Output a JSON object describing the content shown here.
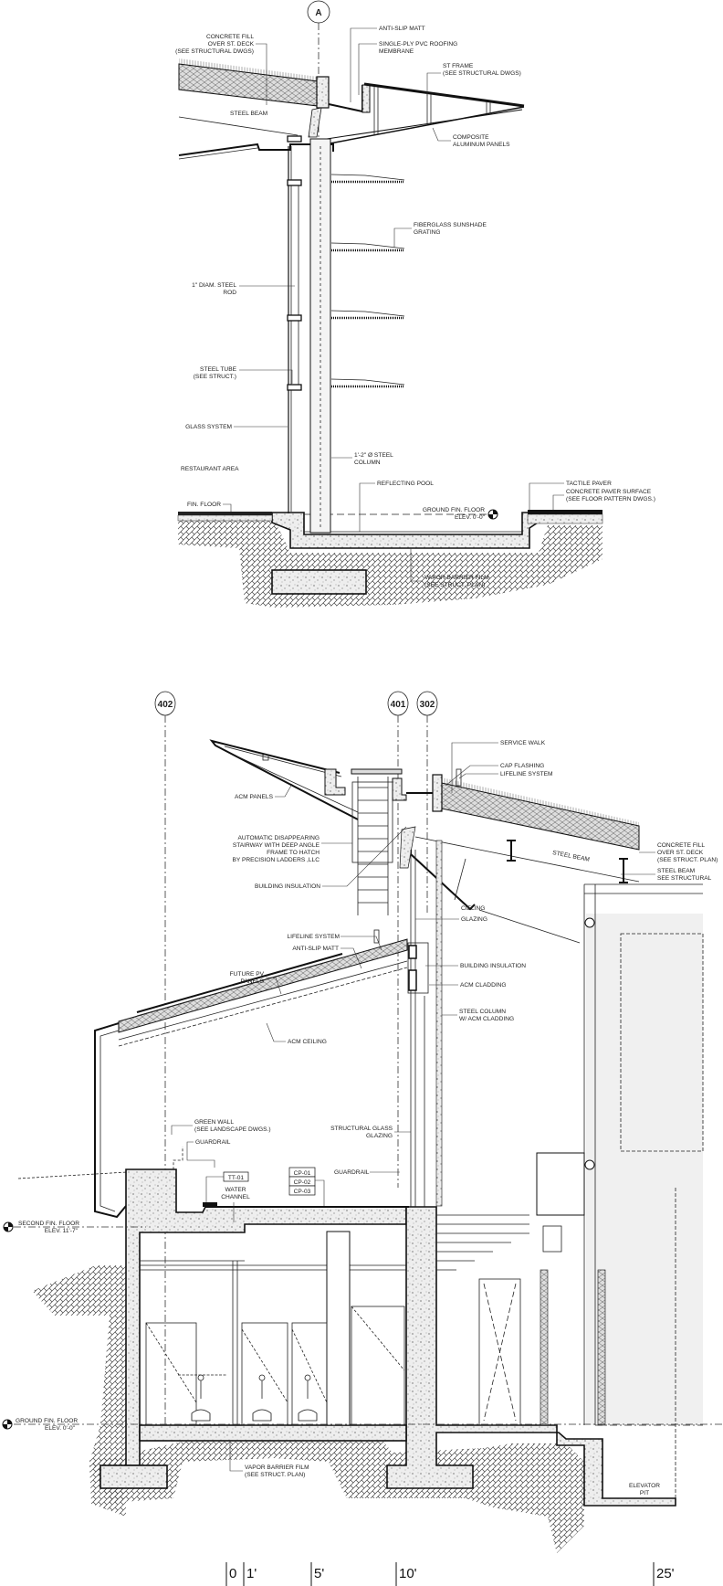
{
  "top_detail": {
    "grid_bubble": "A",
    "labels": {
      "concrete_fill": [
        "CONCRETE FILL",
        "OVER ST. DECK",
        "(SEE STRUCTURAL DWGS)"
      ],
      "anti_slip": [
        "ANTI-SLIP MATT"
      ],
      "pvc_membrane": [
        "SINGLE-PLY PVC ROOFING",
        "MEMBRANE"
      ],
      "st_frame": [
        "ST FRAME",
        "(SEE STRUCTURAL DWGS)"
      ],
      "steel_beam": [
        "STEEL BEAM"
      ],
      "composite_panels": [
        "COMPOSITE",
        "ALUMINUM PANELS"
      ],
      "sunshade": [
        "FIBERGLASS SUNSHADE",
        "GRATING"
      ],
      "steel_rod": [
        "1\" DIAM. STEEL",
        "ROD"
      ],
      "steel_tube": [
        "STEEL TUBE",
        "(SEE STRUCT.)"
      ],
      "glass_system": [
        "GLASS SYSTEM"
      ],
      "steel_column": [
        "1'-2\" Ø STEEL",
        "COLUMN"
      ],
      "restaurant": [
        "RESTAURANT AREA"
      ],
      "reflecting_pool": [
        "REFLECTING POOL"
      ],
      "tactile_paver": [
        "TACTILE PAVER"
      ],
      "paver_surface": [
        "CONCRETE PAVER SURFACE",
        "(SEE FLOOR PATTERN DWGS.)"
      ],
      "fin_floor": [
        "FIN. FLOOR"
      ],
      "ground_floor": [
        "GROUND FIN. FLOOR",
        "ELEV. 0'-0\""
      ],
      "vapor_barrier": [
        "VAPOR BARRIER FILM",
        "(SEE STRUCT. PLAN)"
      ]
    }
  },
  "bottom_detail": {
    "grid_bubbles": [
      "402",
      "401",
      "302"
    ],
    "labels": {
      "service_walk": [
        "SERVICE WALK"
      ],
      "cap_flashing": [
        "CAP FLASHING"
      ],
      "lifeline_top": [
        "LIFELINE SYSTEM"
      ],
      "acm_panels": [
        "ACM PANELS"
      ],
      "stairway": [
        "AUTOMATIC DISAPPEARING",
        "STAIRWAY WITH DEEP ANGLE",
        "FRAME TO HATCH",
        "BY PRECISION LADDERS ,LLC"
      ],
      "steel_beam_inline": [
        "STEEL BEAM"
      ],
      "concrete_fill": [
        "CONCRETE FILL",
        "OVER ST. DECK",
        "(SEE STRUCT. PLAN)"
      ],
      "steel_beam": [
        "STEEL BEAM",
        "SEE STRUCTURAL"
      ],
      "building_insulation_top": [
        "BUILDING INSULATION"
      ],
      "cieling": [
        "CIELING"
      ],
      "glazing": [
        "GLAZING"
      ],
      "lifeline": [
        "LIFELINE SYSTEM"
      ],
      "anti_slip": [
        "ANTI-SLIP MATT"
      ],
      "building_insulation": [
        "BUILDING INSULATION"
      ],
      "pv_panels": [
        "FUTURE PV",
        "PANELS"
      ],
      "acm_cladding": [
        "ACM CLADDING"
      ],
      "steel_column": [
        "STEEL COLUMN",
        "W/ ACM CLADDING"
      ],
      "acm_ceiling": [
        "ACM CEILING"
      ],
      "green_wall": [
        "GREEN WALL",
        "(SEE LANDSCAPE DWGS.)"
      ],
      "guardrail_left": [
        "GUARDRAIL"
      ],
      "structural_glass": [
        "STRUCTURAL GLASS",
        "GLAZING"
      ],
      "guardrail_right": [
        "GUARDRAIL"
      ],
      "tag_tt": [
        "TT-01"
      ],
      "water_channel": [
        "WATER",
        "CHANNEL"
      ],
      "tags_cp": [
        "CP-01",
        "CP-02",
        "CP-03"
      ],
      "second_floor": [
        "SECOND FIN. FLOOR",
        "ELEV. 11'-7\""
      ],
      "ground_floor": [
        "GROUND FIN. FLOOR",
        "ELEV. 0'-0\""
      ],
      "vapor_barrier": [
        "VAPOR BARRIER FILM",
        "(SEE STRUCT. PLAN)"
      ],
      "elevator_pit": [
        "ELEVATOR",
        "PIT"
      ]
    }
  },
  "scale_bar": {
    "ticks": [
      "0",
      "1'",
      "5'",
      "10'",
      "25'"
    ]
  }
}
